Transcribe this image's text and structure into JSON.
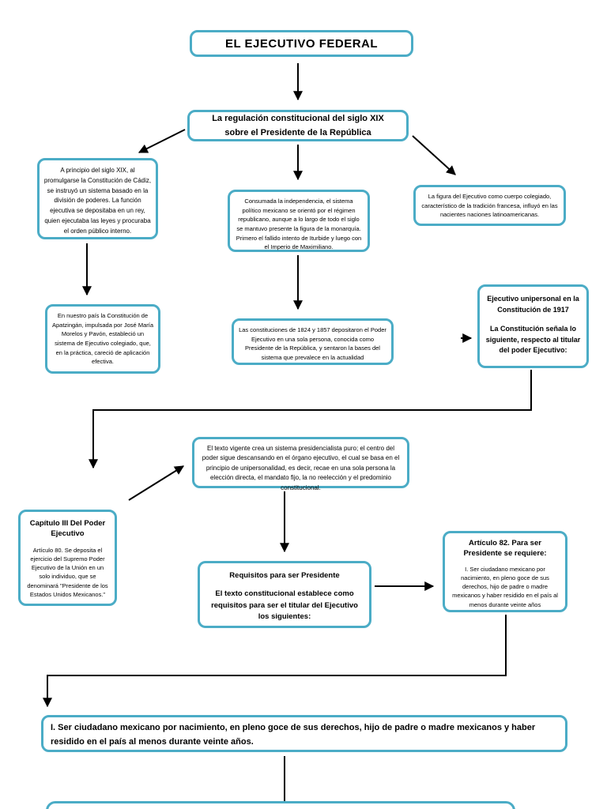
{
  "palette": {
    "box_border": "#4BACC6",
    "connector": "#000000",
    "background": "#FFFFFF",
    "text": "#000000"
  },
  "diagram": {
    "title": "EL EJECUTIVO FEDERAL",
    "nodes": {
      "regulacion": "La regulación constitucional del siglo XIX sobre el Presidente de la República",
      "cadiz": "A principio del siglo XIX, al promulgarse la Constitución de Cádiz, se instruyó un sistema basado en la división de poderes. La función ejecutiva se depositaba en un rey, quien ejecutaba las leyes y procuraba el orden público interno.",
      "independencia": "Consumada la independencia, el sistema político mexicano se orientó por el régimen republicano, aunque a lo largo de todo el siglo se mantuvo presente la figura de la monarquía. Primero el fallido intento de Iturbide y luego con el Imperio de Maximiliano.",
      "francesa": "La figura del Ejecutivo como cuerpo colegiado, característico de la tradición francesa, influyó en las nacientes naciones latinoamericanas.",
      "apatzingan": "En nuestro país la Constitución de Apatzingán, impulsada por José María Morelos y Pavón, estableció un sistema de Ejecutivo colegiado, que, en la práctica, careció de aplicación efectiva.",
      "constituciones": "Las constituciones de 1824 y 1857 depositaron el Poder Ejecutivo en una sola persona, conocida como Presidente de la República, y sentaron la bases del sistema que prevalece en la actualidad",
      "unipersonal_title": "Ejecutivo unipersonal en la Constitución de 1917",
      "unipersonal_body": "La Constitución señala lo siguiente, respecto al titular del poder Ejecutivo:",
      "texto_vigente": "El texto vigente crea un sistema presidencialista puro; el centro del poder sigue descansando en el órgano ejecutivo, el cual se basa en el principio de unipersonalidad, es decir, recae en una sola persona la elección directa, el mandato fijo, la no reelección y el predominio constitucional.",
      "capitulo_title": "Capítulo III Del Poder Ejecutivo",
      "capitulo_body": "Artículo 80. Se deposita el ejercicio del Supremo Poder Ejecutivo de la Unión en un solo individuo, que se denominará \"Presidente de los Estados Unidos Mexicanos.\"",
      "requisitos_title": "Requisitos para ser Presidente",
      "requisitos_body": "El texto constitucional establece como requisitos para ser el titular del Ejecutivo los siguientes:",
      "articulo82_title": "Artículo 82. Para ser Presidente se requiere:",
      "articulo82_body": "I. Ser ciudadano mexicano por nacimiento, en pleno goce de sus derechos, hijo de padre o madre mexicanos y haber residido en el país al menos durante veinte años",
      "requisito_1": "I. Ser ciudadano mexicano por nacimiento, en pleno goce de sus derechos, hijo de padre o madre mexicanos y haber residido en el país al menos durante veinte años."
    }
  }
}
